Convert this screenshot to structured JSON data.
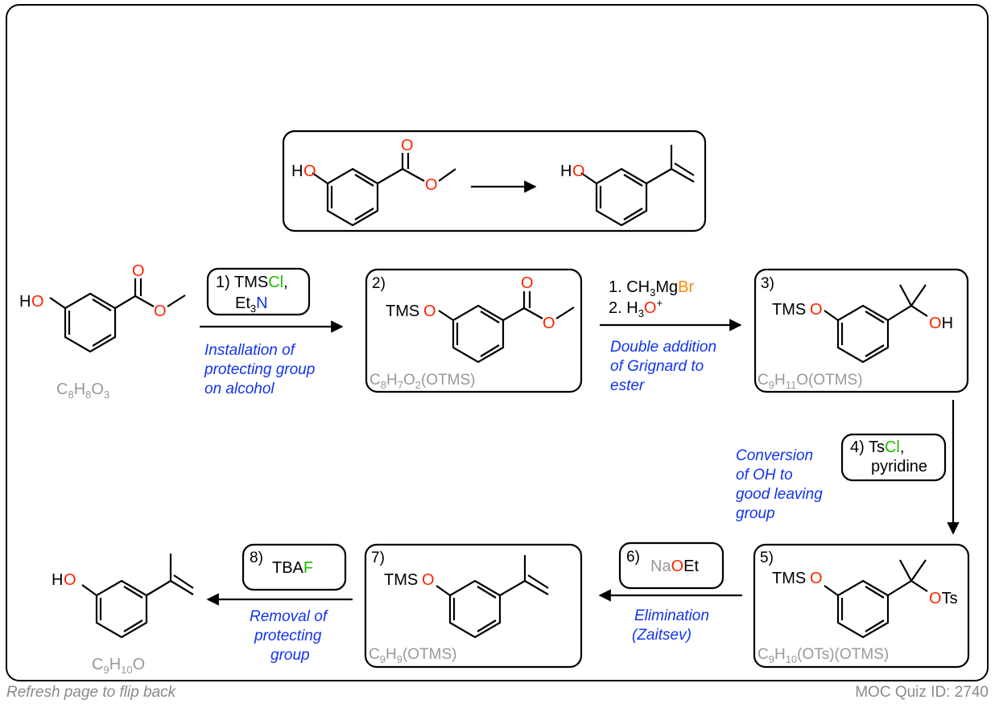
{
  "summary_reaction": {
    "reactant": {
      "hydroxyl": [
        "H",
        "O"
      ],
      "ester_carbonyl_O": "O",
      "ester_O": "O"
    },
    "product": {
      "hydroxyl": [
        "H",
        "O"
      ]
    }
  },
  "compounds": {
    "start": {
      "hydroxyl": [
        "H",
        "O"
      ],
      "carbonyl_O": "O",
      "ester_O": "O",
      "formula": [
        "C",
        "8",
        "H",
        "8",
        "O",
        "3",
        ""
      ]
    },
    "c2": {
      "number": "2)",
      "tms": "TMS",
      "o": "O",
      "carbonyl_O": "O",
      "ester_O": "O",
      "formula": [
        "C",
        "8",
        "H",
        "7",
        "O",
        "2",
        "(OTMS)"
      ]
    },
    "c3": {
      "number": "3)",
      "tms": "TMS",
      "o": "O",
      "oh": [
        "O",
        "H"
      ],
      "formula": [
        "C",
        "9",
        "H",
        "11",
        "O(OTMS)",
        "",
        ""
      ]
    },
    "c5": {
      "number": "5)",
      "tms": "TMS",
      "o": "O",
      "ots": [
        "O",
        "Ts"
      ],
      "formula": [
        "C",
        "9",
        "H",
        "10",
        "(OTs)(OTMS)",
        "",
        ""
      ]
    },
    "c7": {
      "number": "7)",
      "tms": "TMS",
      "o": "O",
      "formula": [
        "C",
        "9",
        "H",
        "9",
        "(OTMS)",
        "",
        ""
      ]
    },
    "final": {
      "hydroxyl": [
        "H",
        "O"
      ],
      "formula": [
        "C",
        "9",
        "H",
        "10",
        "O",
        "",
        ""
      ]
    }
  },
  "steps": {
    "step1": {
      "line1": [
        "1) TMS",
        "Cl",
        ","
      ],
      "line2": [
        "Et",
        "3",
        "N"
      ],
      "description": [
        "Installation of",
        "protecting group",
        "on alcohol"
      ]
    },
    "step2": {
      "line1": [
        "1. CH",
        "3",
        "Mg",
        "Br"
      ],
      "line2": [
        "2. H",
        "3",
        "O",
        "+"
      ],
      "description": [
        "Double addition",
        "of Grignard to",
        "ester"
      ]
    },
    "step4": {
      "line1": [
        "4)  Ts",
        "Cl",
        ","
      ],
      "line2": "pyridine",
      "description": [
        "Conversion",
        "of OH to",
        "good leaving",
        "group"
      ]
    },
    "step6": {
      "number": "6)",
      "reagent": [
        "Na",
        "O",
        "Et"
      ],
      "description": [
        "Elimination",
        "(Zaitsev)"
      ]
    },
    "step8": {
      "number": "8)",
      "reagent": [
        "TBA",
        "F"
      ],
      "description": [
        "Removal of",
        "protecting",
        "group"
      ]
    }
  },
  "footer": {
    "left": "Refresh page to flip back",
    "right": "MOC Quiz ID: 2740"
  },
  "colors": {
    "oxygen": "#ff2200",
    "chlorine": "#22bb00",
    "nitrogen": "#1133ee",
    "bromine": "#ff8800",
    "fluorine": "#22bb00",
    "sodium": "#999999",
    "description": "#1133ee",
    "formula": "#999999",
    "frame": "#000000"
  }
}
